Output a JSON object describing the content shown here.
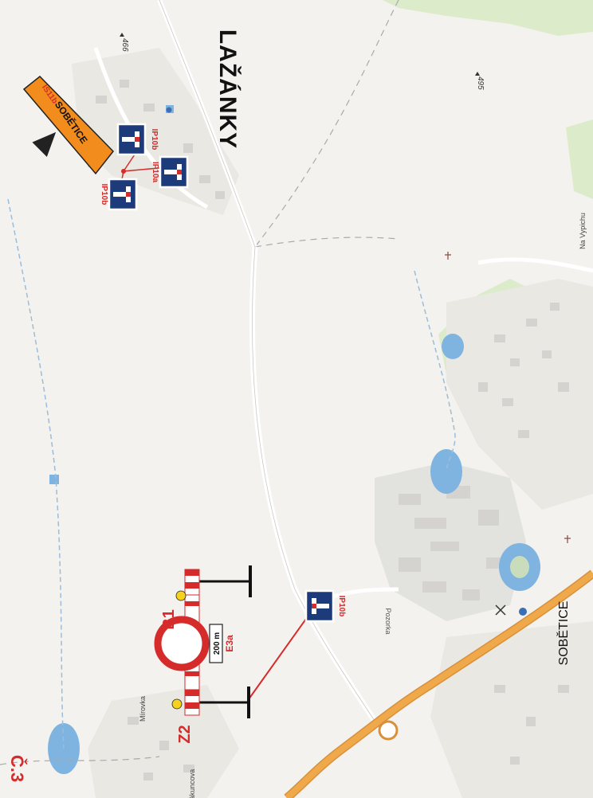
{
  "places": {
    "lazanky": "LAŽÁNKY",
    "sobetice": "SOBĚTICE",
    "pozorka": "Pozorka",
    "mirovka": "Mírovka",
    "na_vypichu": "Na Vypichu",
    "street_bottom": "ákuncova"
  },
  "elevations": {
    "e466": "466",
    "e495": "495"
  },
  "route_sign": {
    "text": "SOBĚTICE",
    "code": "IS11b"
  },
  "signs": {
    "ip10b_top": "IP10b",
    "ip10a": "IP10a",
    "ip10b_left": "IP10b",
    "ip10b_mid": "IP10b"
  },
  "closure": {
    "b1": "B1",
    "z2": "Z2",
    "distance": "200 m",
    "e3a": "E3a"
  },
  "section": "Č.3",
  "colors": {
    "road_main": "#f0a94a",
    "water": "#7fb3e0",
    "forest": "#d6e9c2",
    "build": "#dcdcd8",
    "sign_red": "#d52b2b",
    "sign_blue": "#1d3a7a",
    "route_orange": "#f28c1c"
  }
}
